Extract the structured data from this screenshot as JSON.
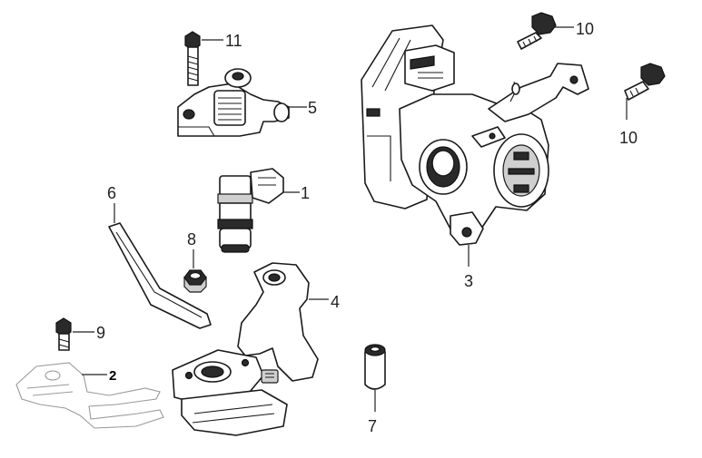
{
  "diagram": {
    "callouts": {
      "c1": "1",
      "c2": "2",
      "c3": "3",
      "c4": "4",
      "c5": "5",
      "c6": "6",
      "c7": "7",
      "c8": "8",
      "c9": "9",
      "c10a": "10",
      "c10b": "10",
      "c11": "11"
    }
  }
}
